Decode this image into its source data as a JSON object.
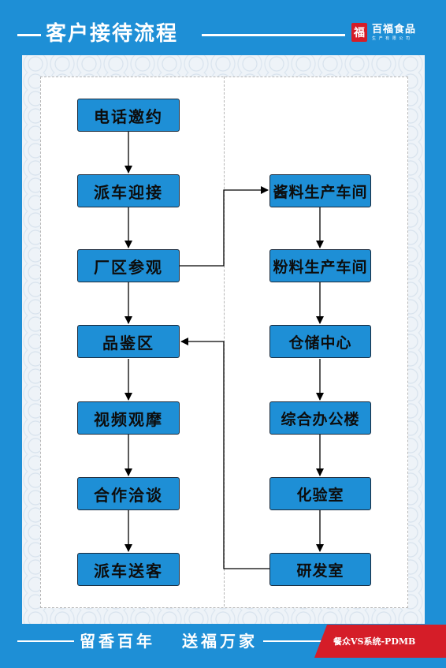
{
  "header": {
    "title": "客户接待流程",
    "brand_seal": "福",
    "brand_name": "百福食品",
    "brand_sub": "生 产 有 限 公 司"
  },
  "flow": {
    "left": [
      "电话邀约",
      "派车迎接",
      "厂区参观",
      "品鉴区",
      "视频观摩",
      "合作洽谈",
      "派车送客"
    ],
    "right": [
      "酱料生产车间",
      "粉料生产车间",
      "仓储中心",
      "综合办公楼",
      "化验室",
      "研发室"
    ]
  },
  "footer": {
    "slogan_left": "留香百年",
    "slogan_right": "送福万家",
    "tag": "餐众VS系统-PDMB"
  },
  "colors": {
    "frame": "#1e8fd6",
    "node": "#1e8fd6",
    "accent_red": "#d51d28"
  }
}
